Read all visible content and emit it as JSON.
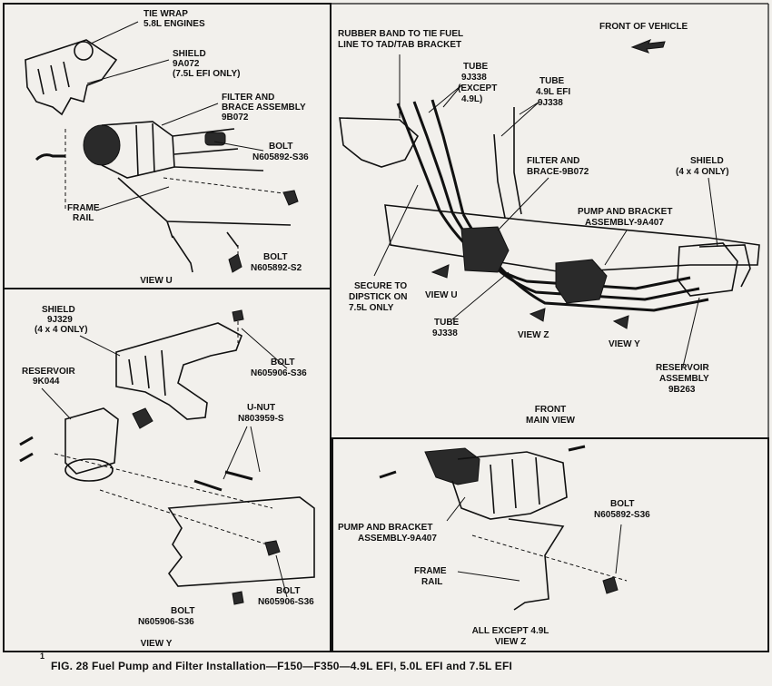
{
  "figure": {
    "caption": "FIG. 28 Fuel Pump and Filter Installation—F150—F350—4.9L EFI, 5.0L EFI and 7.5L EFI",
    "caption_mark": "1"
  },
  "view_u": {
    "title": "VIEW U",
    "labels": {
      "tie_wrap_1": "TIE WRAP",
      "tie_wrap_2": "5.8L ENGINES",
      "shield_1": "SHIELD",
      "shield_2": "9A072",
      "shield_3": "(7.5L EFI ONLY)",
      "filter_1": "FILTER AND",
      "filter_2": "BRACE ASSEMBLY",
      "filter_3": "9B072",
      "bolt_a_1": "BOLT",
      "bolt_a_2": "N605892-S36",
      "frame_1": "FRAME",
      "frame_2": "RAIL",
      "bolt_b_1": "BOLT",
      "bolt_b_2": "N605892-S2"
    }
  },
  "view_y": {
    "title": "VIEW Y",
    "labels": {
      "shield_1": "SHIELD",
      "shield_2": "9J329",
      "shield_3": "(4 x 4 ONLY)",
      "bolt_a_1": "BOLT",
      "bolt_a_2": "N605906-S36",
      "reservoir_1": "RESERVOIR",
      "reservoir_2": "9K044",
      "unut_1": "U-NUT",
      "unut_2": "N803959-S",
      "bolt_b_1": "BOLT",
      "bolt_b_2": "N605906-S36",
      "bolt_c_1": "BOLT",
      "bolt_c_2": "N605906-S36"
    }
  },
  "main_view": {
    "title_1": "FRONT",
    "title_2": "MAIN VIEW",
    "labels": {
      "rubber_1": "RUBBER BAND TO TIE FUEL",
      "rubber_2": "LINE TO TAD/TAB BRACKET",
      "front_of_vehicle": "FRONT OF VEHICLE",
      "tube_a_1": "TUBE",
      "tube_a_2": "9J338",
      "tube_a_3": "(EXCEPT",
      "tube_a_4": "4.9L)",
      "tube_b_1": "TUBE",
      "tube_b_2": "4.9L EFI",
      "tube_b_3": "9J338",
      "filter_1": "FILTER AND",
      "filter_2": "BRACE-9B072",
      "shield_1": "SHIELD",
      "shield_2": "(4 x 4 ONLY)",
      "pump_1": "PUMP AND BRACKET",
      "pump_2": "ASSEMBLY-9A407",
      "secure_1": "SECURE TO",
      "secure_2": "DIPSTICK ON",
      "secure_3": "7.5L ONLY",
      "view_u": "VIEW U",
      "tube_c_1": "TUBE",
      "tube_c_2": "9J338",
      "view_z": "VIEW Z",
      "view_y": "VIEW Y",
      "reservoir_1": "RESERVOIR",
      "reservoir_2": "ASSEMBLY",
      "reservoir_3": "9B263"
    }
  },
  "view_z": {
    "title_1": "ALL EXCEPT 4.9L",
    "title_2": "VIEW Z",
    "labels": {
      "bolt_1": "BOLT",
      "bolt_2": "N605892-S36",
      "pump_1": "PUMP AND BRACKET",
      "pump_2": "ASSEMBLY-9A407",
      "frame_1": "FRAME",
      "frame_2": "RAIL"
    }
  }
}
